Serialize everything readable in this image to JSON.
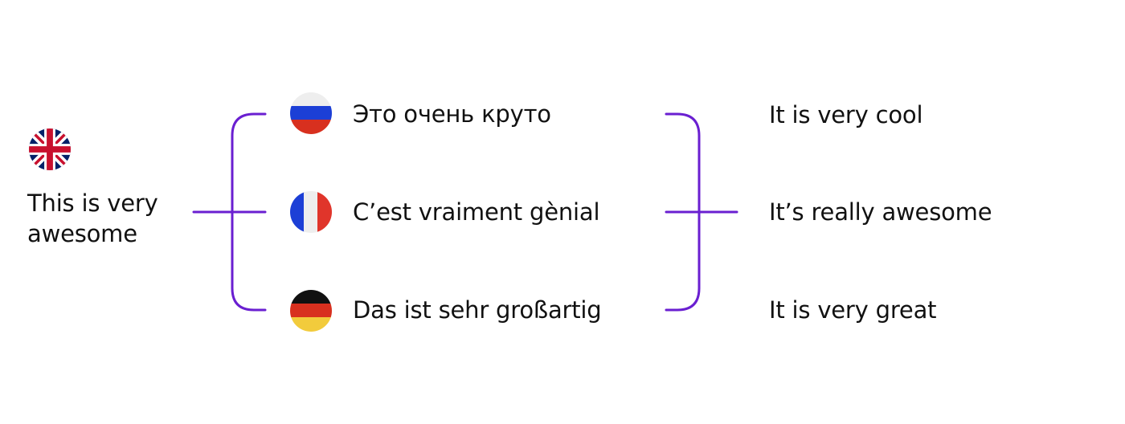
{
  "source": {
    "flag_icon": "uk-flag-icon",
    "line1": "This is very",
    "line2": "awesome"
  },
  "translations": [
    {
      "flag_icon": "russia-flag-icon",
      "text": "Это очень круто"
    },
    {
      "flag_icon": "france-flag-icon",
      "text": "C’est vraiment gènial"
    },
    {
      "flag_icon": "germany-flag-icon",
      "text": "Das ist sehr großartig"
    }
  ],
  "back_translations": [
    {
      "text": "It is very cool"
    },
    {
      "text": "It’s really awesome"
    },
    {
      "text": "It is very great"
    }
  ],
  "colors": {
    "connector": "#6a1fd1",
    "text": "#111111"
  }
}
